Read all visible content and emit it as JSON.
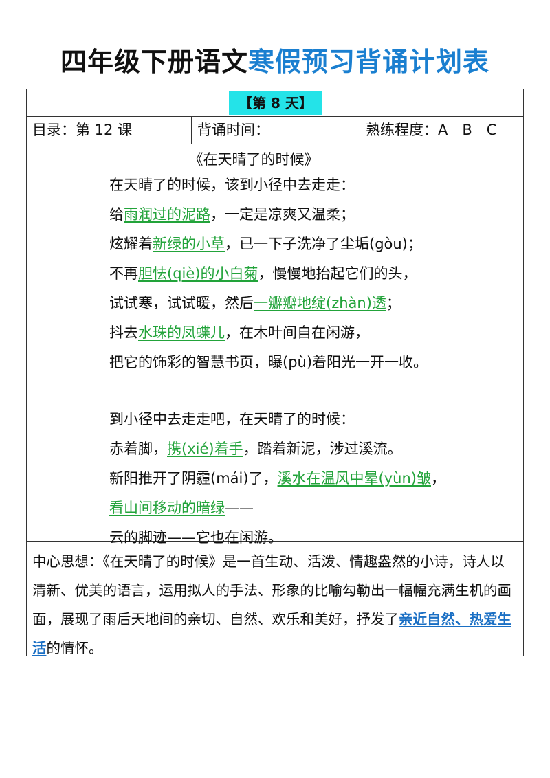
{
  "header": {
    "title_black": "四年级下册语文",
    "title_blue": "寒假预习背诵计划表"
  },
  "plan": {
    "day_label": "【第 8 天】",
    "catalog": "目录：第 12 课",
    "recite_time": "背诵时间：",
    "proficiency": "熟练程度：A　B　C"
  },
  "poem": {
    "title": "《在天晴了的时候》",
    "lines": [
      [
        {
          "t": "在天晴了的时候，该到小径中去走走："
        }
      ],
      [
        {
          "t": "给"
        },
        {
          "t": "雨润过的泥路",
          "hl": true
        },
        {
          "t": "，一定是凉爽又温柔；"
        }
      ],
      [
        {
          "t": "炫耀着"
        },
        {
          "t": "新绿的小草",
          "hl": true
        },
        {
          "t": "，已一下子洗净了尘垢(gòu)；"
        }
      ],
      [
        {
          "t": "不再"
        },
        {
          "t": "胆怯(qiè)的小白菊",
          "hl": true
        },
        {
          "t": "，慢慢地抬起它们的头，"
        }
      ],
      [
        {
          "t": "试试寒，试试暖，然后"
        },
        {
          "t": "一瓣瓣地绽(zhàn)透",
          "hl": true
        },
        {
          "t": "；"
        }
      ],
      [
        {
          "t": "抖去"
        },
        {
          "t": "水珠的凤蝶儿",
          "hl": true
        },
        {
          "t": "，在木叶间自在闲游，"
        }
      ],
      [
        {
          "t": "把它的饰彩的智慧书页，曝(pù)着阳光一开一收。"
        }
      ],
      [
        {
          "t": "到小径中去走走吧，在天晴了的时候："
        }
      ],
      [
        {
          "t": "赤着脚，"
        },
        {
          "t": "携(xié)着手",
          "hl": true
        },
        {
          "t": "，踏着新泥，涉过溪流。"
        }
      ],
      [
        {
          "t": "新阳推开了阴霾(mái)了，"
        },
        {
          "t": "溪水在温风中晕(yùn)皱",
          "hl": true
        },
        {
          "t": "，"
        }
      ],
      [
        {
          "t": "看山间移动的暗绿",
          "hl": true
        },
        {
          "t": "——"
        }
      ],
      [
        {
          "t": "云的脚迹——它也在闲游。"
        }
      ]
    ]
  },
  "summary": {
    "text_before": "中心思想：《在天晴了的时候》是一首生动、活泼、情趣盎然的小诗，诗人以清新、优美的语言，运用拟人的手法、形象的比喻勾勒出一幅幅充满生机的画面，展现了雨后天地间的亲切、自然、欢乐和美好，抒发了",
    "key_phrase": "亲近自然、热爱生活",
    "text_after": "的情怀。"
  }
}
